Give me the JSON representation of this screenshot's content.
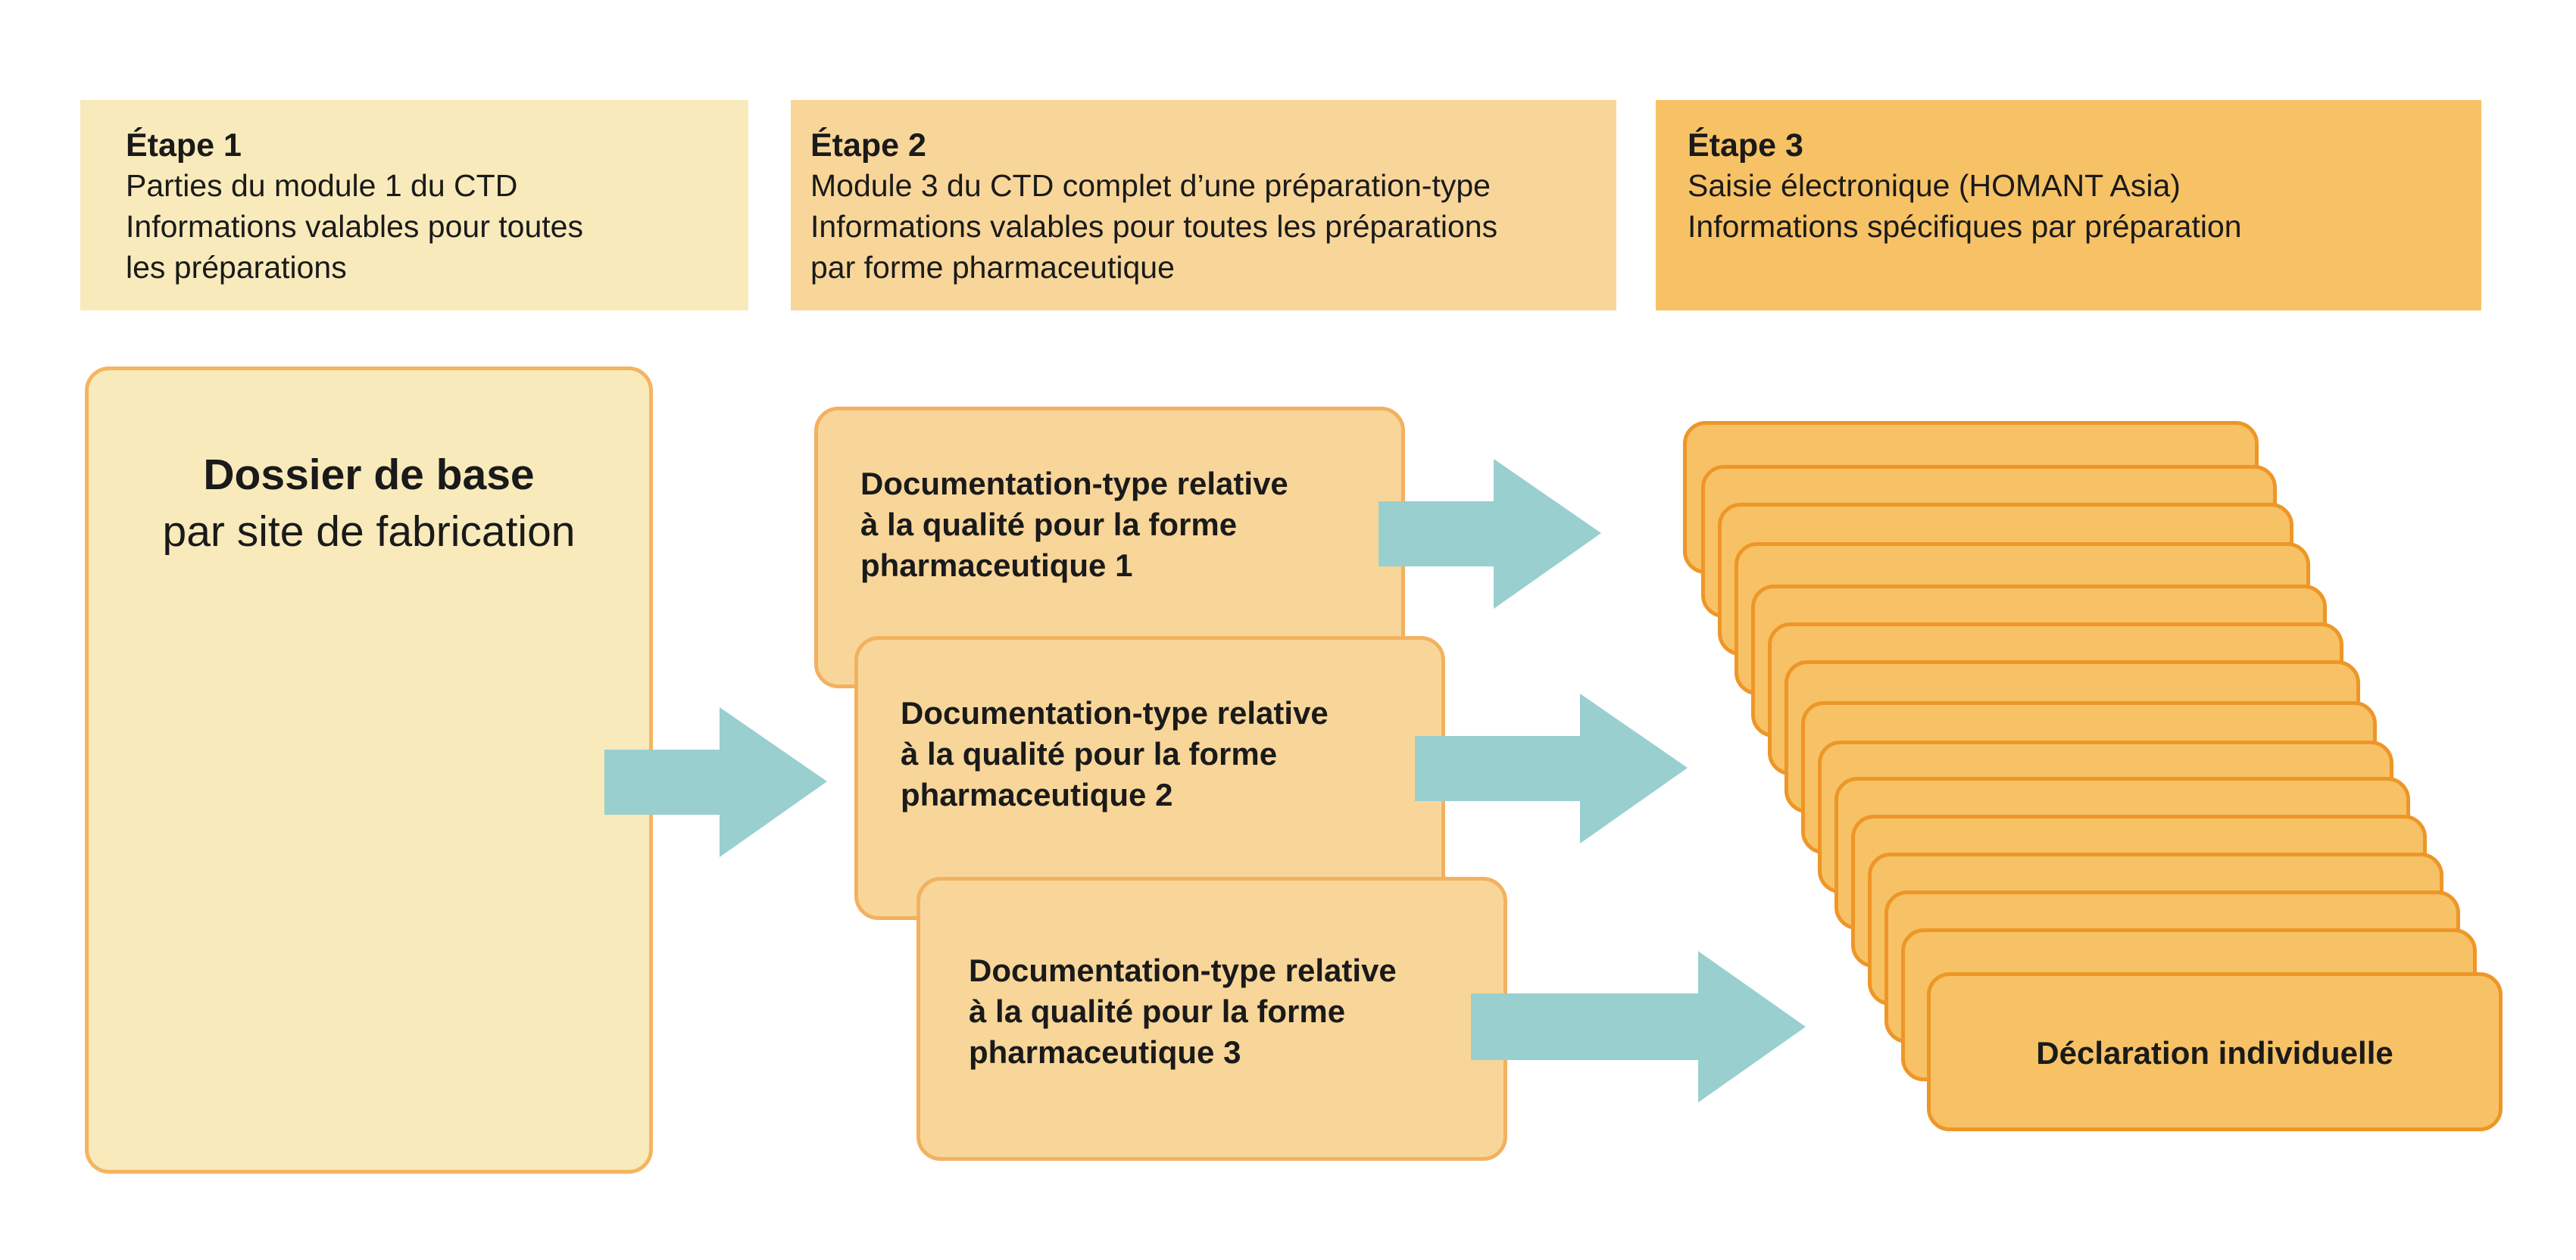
{
  "stages": [
    {
      "title": "Étape 1",
      "lines": [
        "Parties du module 1 du CTD",
        "Informations valables pour toutes",
        "les préparations"
      ],
      "color": "#f8eabb"
    },
    {
      "title": "Étape 2",
      "lines": [
        "Module 3 du CTD complet d’une préparation-type",
        "Informations valables pour toutes les préparations",
        "par forme pharmaceutique"
      ],
      "color": "#f8d699"
    },
    {
      "title": "Étape 3",
      "lines": [
        "Saisie électronique (HOMANT Asia)",
        "Informations spécifiques par préparation"
      ],
      "color": "#f7c265"
    }
  ],
  "dossier": {
    "title": "Dossier de base",
    "subtitle": "par site de fabrication"
  },
  "documents": [
    {
      "lines": [
        "Documentation-type relative",
        "à la qualité pour la forme",
        "pharmaceutique 1"
      ]
    },
    {
      "lines": [
        "Documentation-type relative",
        "à la qualité pour la forme",
        "pharmaceutique 2"
      ]
    },
    {
      "lines": [
        "Documentation-type relative",
        "à la qualité pour la forme",
        "pharmaceutique 3"
      ]
    }
  ],
  "declaration": {
    "label": "Déclaration individuelle"
  },
  "colors": {
    "arrow": "#99cfcf",
    "card_border": "#ee9628",
    "card_fill": "#f7c265"
  }
}
